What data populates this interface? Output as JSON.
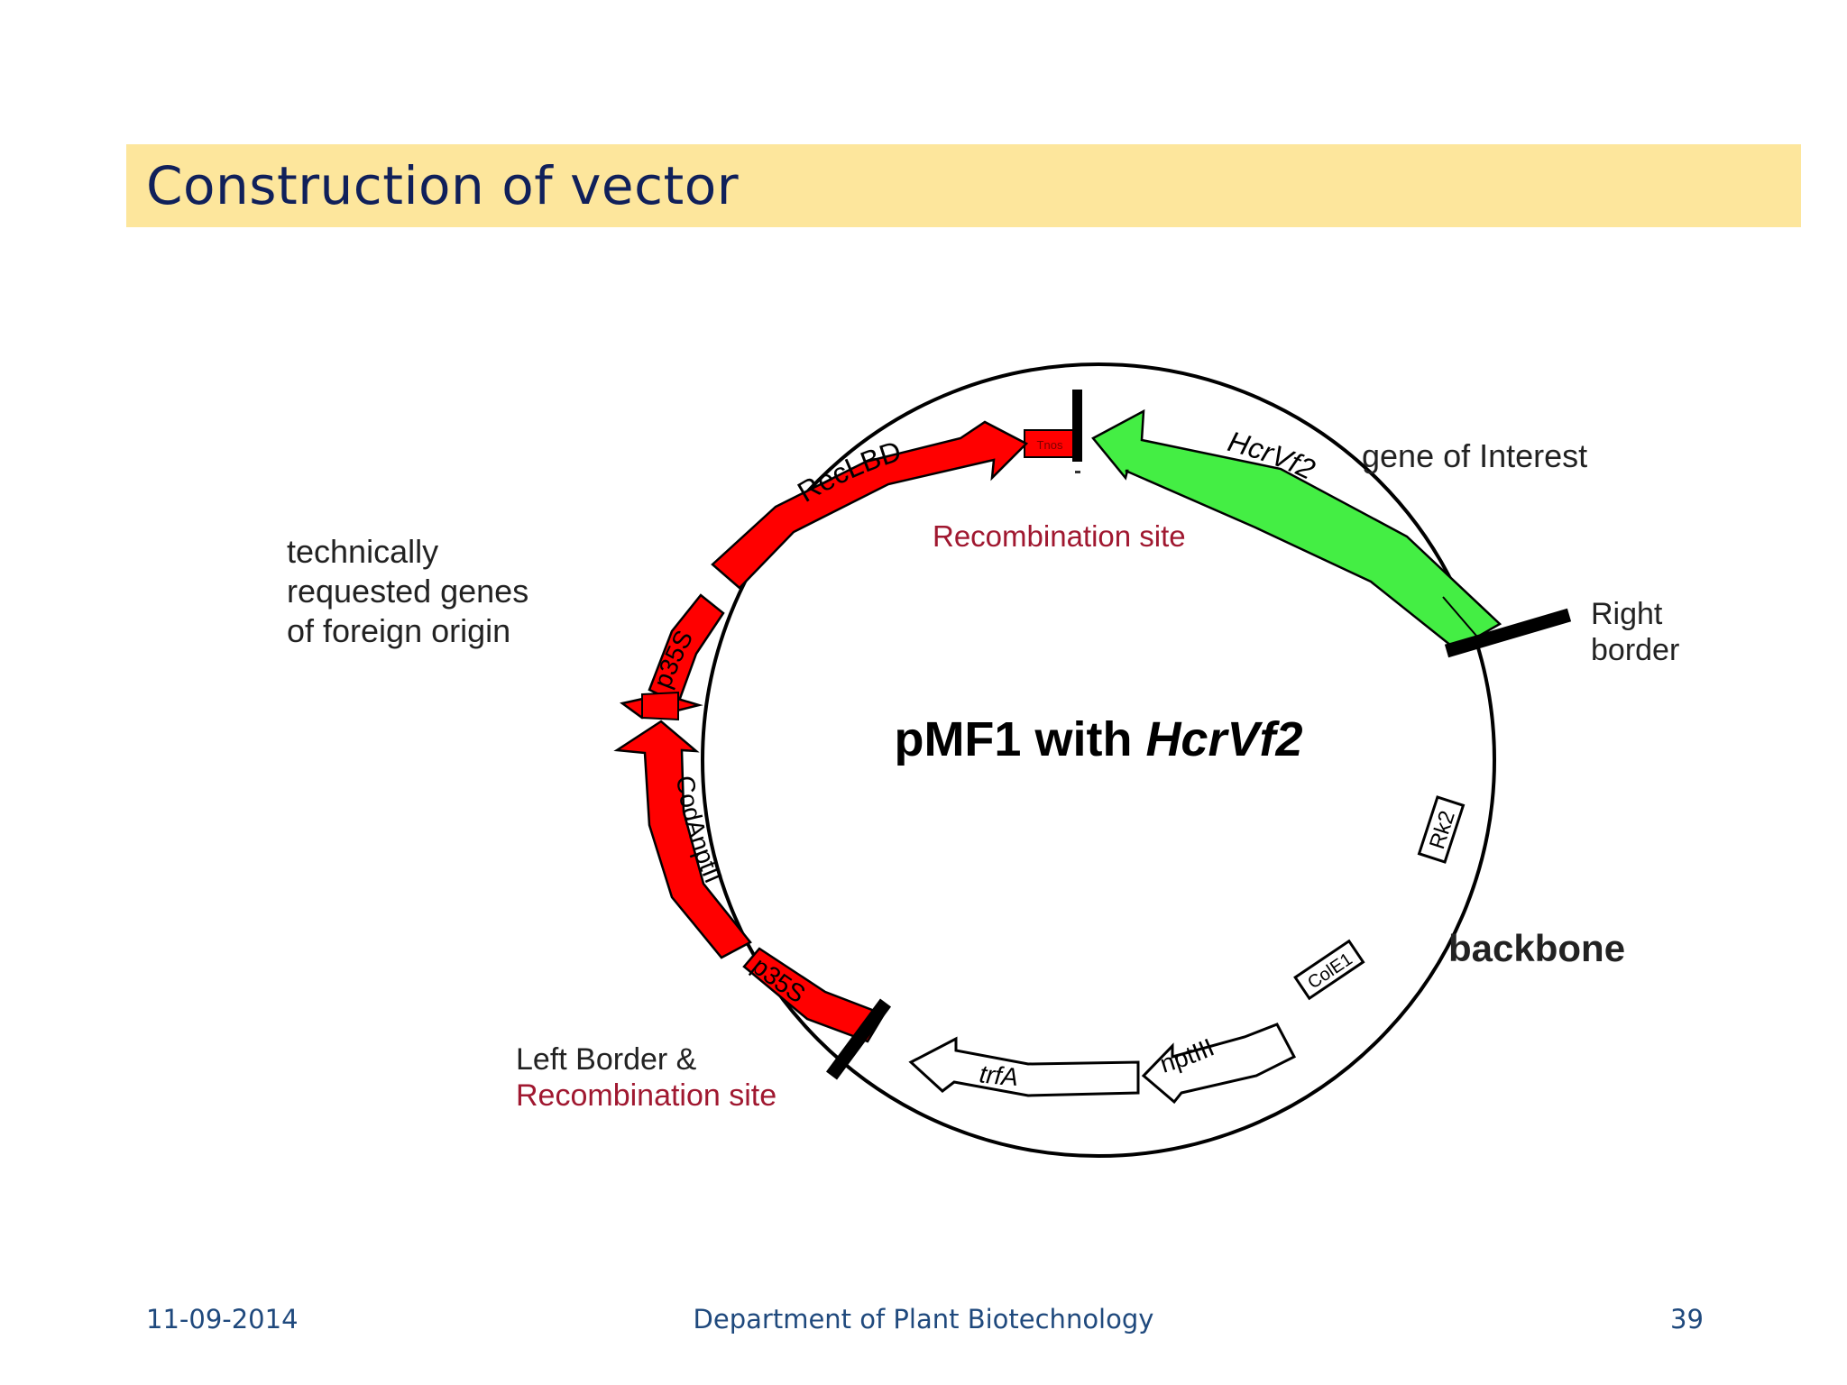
{
  "title": "Construction of vector",
  "footer": {
    "date": "11-09-2014",
    "department": "Department of Plant Biotechnology",
    "page": "39"
  },
  "diagram": {
    "center_title_plain": "pMF1 with ",
    "center_title_italic": "HcrVf2",
    "labels": {
      "gene_of_interest": "gene of Interest",
      "recombination_site": "Recombination site",
      "technically_line1": "technically",
      "technically_line2": "requested genes",
      "technically_line3": "of foreign origin",
      "right_border_line1": "Right",
      "right_border_line2": "border",
      "backbone": "backbone",
      "left_border_line1": "Left Border &",
      "left_border_line2": "Recombination site"
    },
    "segments": {
      "hcrvf2": "HcrVf2",
      "reclbd": "RecLBD",
      "tnos": "Tnos",
      "p35s_top": "p35S",
      "codanptii": "CodAnptII",
      "p35s_bottom": "p35S",
      "trfa": "trfA",
      "nptiii": "nptIII",
      "cole1": "ColE1",
      "rk2": "Rk2"
    },
    "colors": {
      "red_genes": "#ff0000",
      "gene_of_interest": "#44ee44",
      "recombination_label": "#a01830",
      "border_bar": "#000000"
    }
  }
}
